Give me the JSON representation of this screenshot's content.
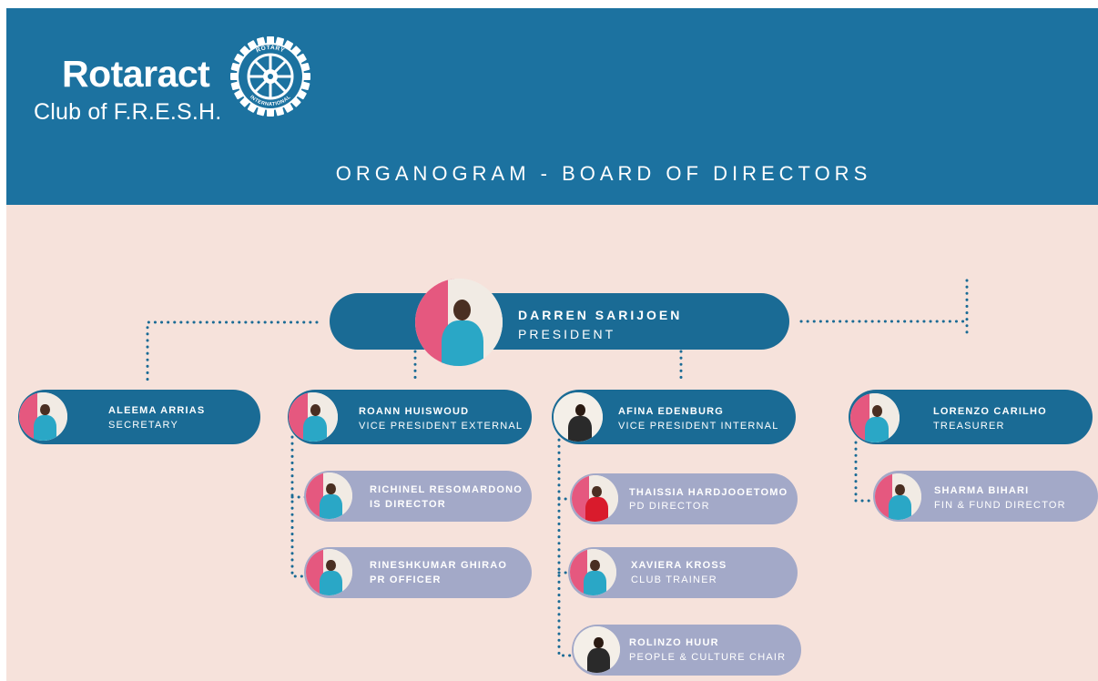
{
  "brand": {
    "name": "Rotaract",
    "club": "Club of F.R.E.S.H.",
    "emblem_text_top": "ROTARY",
    "emblem_text_bottom": "INTERNATIONAL",
    "header_color": "#1c72a0",
    "canvas_color": "#f6e2db"
  },
  "title": "ORGANOGRAM - BOARD OF DIRECTORS",
  "president": {
    "name": "DARREN SARIJOEN",
    "role": "PRESIDENT"
  },
  "directors": [
    {
      "name": "ALEEMA ARRIAS",
      "role": "SECRETARY"
    },
    {
      "name": "ROANN HUISWOUD",
      "role": "VICE PRESIDENT EXTERNAL"
    },
    {
      "name": "AFINA EDENBURG",
      "role": "VICE PRESIDENT INTERNAL"
    },
    {
      "name": "LORENZO CARILHO",
      "role": "TREASURER"
    }
  ],
  "members": [
    {
      "name": "RICHINEL RESOMARDONO",
      "role": "IS DIRECTOR"
    },
    {
      "name": "RINESHKUMAR GHIRAO",
      "role": "PR OFFICER"
    },
    {
      "name": "THAISSIA HARDJOOETOMO",
      "role": "PD DIRECTOR"
    },
    {
      "name": "XAVIERA KROSS",
      "role": "CLUB TRAINER"
    },
    {
      "name": "ROLINZO HUUR",
      "role": "PEOPLE & CULTURE CHAIR"
    },
    {
      "name": "SHARMA BIHARI",
      "role": "FIN & FUND DIRECTOR"
    }
  ]
}
